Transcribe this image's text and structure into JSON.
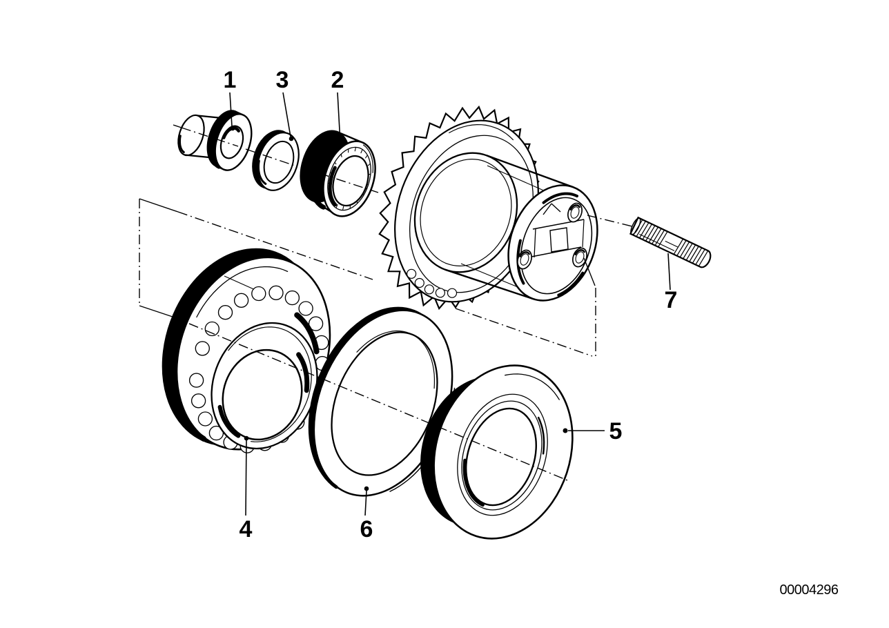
{
  "diagram": {
    "drawing_number": "00004296",
    "background_color": "#ffffff",
    "line_color": "#000000",
    "callouts": [
      {
        "label": "1"
      },
      {
        "label": "2"
      },
      {
        "label": "3"
      },
      {
        "label": "4"
      },
      {
        "label": "5"
      },
      {
        "label": "6"
      },
      {
        "label": "7"
      }
    ]
  }
}
